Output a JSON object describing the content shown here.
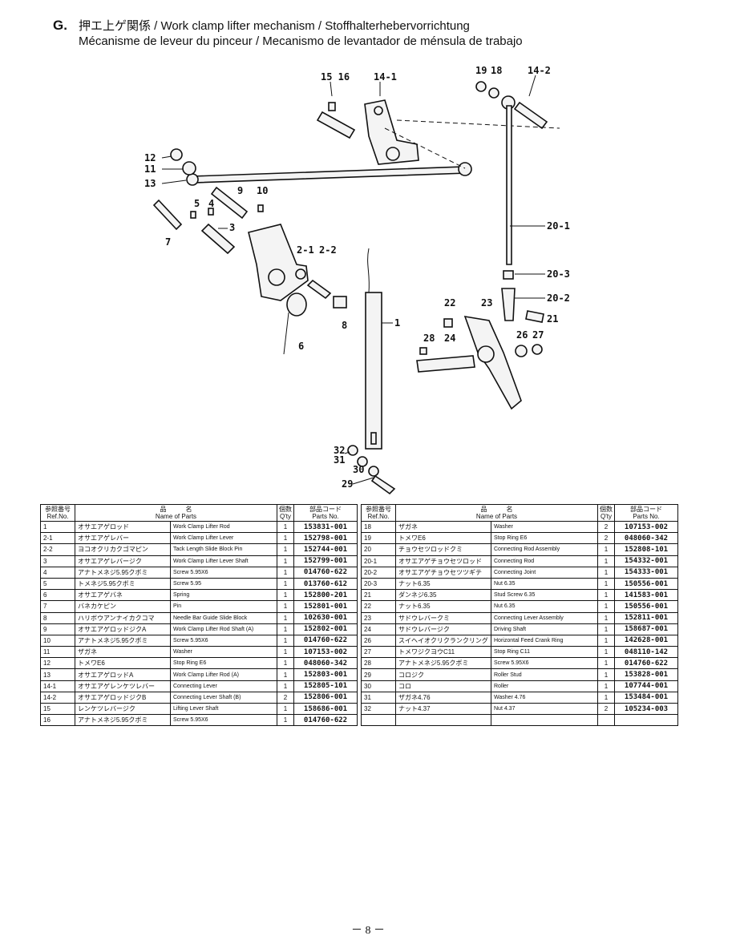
{
  "heading": {
    "letter": "G.",
    "line1": "押エ上ゲ関係 / Work clamp lifter mechanism / Stoffhalterhebervorrichtung",
    "line2": "Mécanisme de leveur du pinceur / Mecanismo de levantador de ménsula de trabajo"
  },
  "diagram": {
    "callouts": [
      "15 16",
      "14-1",
      "19",
      "18",
      "14-2",
      "12",
      "11",
      "13",
      "5",
      "4",
      "9",
      "10",
      "3",
      "7",
      "2-1",
      "2-2",
      "8",
      "6",
      "20-1",
      "20-3",
      "20-2",
      "21",
      "22",
      "23",
      "1",
      "28",
      "24",
      "26",
      "27",
      "32",
      "31",
      "30",
      "29"
    ]
  },
  "table": {
    "headers": {
      "ref_jp": "参照番号",
      "ref": "Ref.No.",
      "name_jp": "品　　　名",
      "name": "Name of Parts",
      "qty_jp": "個数",
      "qty": "Q'ty",
      "code_jp": "部品コード",
      "code": "Parts No."
    },
    "left": [
      {
        "ref": "1",
        "jp": "オサエアゲロッド",
        "en": "Work Clamp Lifter Rod",
        "qty": "1",
        "code": "153831-001"
      },
      {
        "ref": "2-1",
        "jp": "オサエアゲレバー",
        "en": "Work Clamp Lifter Lever",
        "qty": "1",
        "code": "152798-001"
      },
      {
        "ref": "2-2",
        "jp": "ヨコオクリカクゴマピン",
        "en": "Tack Length Slide Block Pin",
        "qty": "1",
        "code": "152744-001"
      },
      {
        "ref": "3",
        "jp": "オサエアゲレバージク",
        "en": "Work Clamp Lifter Lever Shaft",
        "qty": "1",
        "code": "152799-001"
      },
      {
        "ref": "4",
        "jp": "アナトメネジ5.95クボミ",
        "en": "Screw 5.95X6",
        "qty": "1",
        "code": "014760-622"
      },
      {
        "ref": "5",
        "jp": "トメネジ5.95クボミ",
        "en": "Screw 5.95",
        "qty": "1",
        "code": "013760-612"
      },
      {
        "ref": "6",
        "jp": "オサエアゲバネ",
        "en": "Spring",
        "qty": "1",
        "code": "152800-201"
      },
      {
        "ref": "7",
        "jp": "バネカケピン",
        "en": "Pin",
        "qty": "1",
        "code": "152801-001"
      },
      {
        "ref": "8",
        "jp": "ハリボウアンナイカクコマ",
        "en": "Needle Bar Guide Slide Block",
        "qty": "1",
        "code": "102630-001"
      },
      {
        "ref": "9",
        "jp": "オサエアゲロッドジクA",
        "en": "Work Clamp Lifter Rod Shaft (A)",
        "qty": "1",
        "code": "152802-001"
      },
      {
        "ref": "10",
        "jp": "アナトメネジ5.95クボミ",
        "en": "Screw 5.95X6",
        "qty": "1",
        "code": "014760-622"
      },
      {
        "ref": "11",
        "jp": "ザガネ",
        "en": "Washer",
        "qty": "1",
        "code": "107153-002"
      },
      {
        "ref": "12",
        "jp": "トメワE6",
        "en": "Stop Ring E6",
        "qty": "1",
        "code": "048060-342"
      },
      {
        "ref": "13",
        "jp": "オサエアゲロッドA",
        "en": "Work Clamp Lifter Rod (A)",
        "qty": "1",
        "code": "152803-001"
      },
      {
        "ref": "14-1",
        "jp": "オサエアゲレンケツレバー",
        "en": "Connecting Lever",
        "qty": "1",
        "code": "152805-101"
      },
      {
        "ref": "14-2",
        "jp": "オサエアゲロッドジクB",
        "en": "Connecting Lever Shaft (B)",
        "qty": "2",
        "code": "152806-001"
      },
      {
        "ref": "15",
        "jp": "レンケツレバージク",
        "en": "Lifting Lever Shaft",
        "qty": "1",
        "code": "158686-001"
      },
      {
        "ref": "16",
        "jp": "アナトメネジ5.95クボミ",
        "en": "Screw 5.95X6",
        "qty": "1",
        "code": "014760-622"
      }
    ],
    "right": [
      {
        "ref": "18",
        "jp": "ザガネ",
        "en": "Washer",
        "qty": "2",
        "code": "107153-002"
      },
      {
        "ref": "19",
        "jp": "トメワE6",
        "en": "Stop Ring E6",
        "qty": "2",
        "code": "048060-342"
      },
      {
        "ref": "20",
        "jp": "チョウセツロッドクミ",
        "en": "Connecting Rod Assembly",
        "qty": "1",
        "code": "152808-101"
      },
      {
        "ref": "20-1",
        "jp": "オサエアゲチョウセツロッド",
        "en": "Connecting Rod",
        "qty": "1",
        "code": "154332-001"
      },
      {
        "ref": "20-2",
        "jp": "オサエアゲチョウセツツギテ",
        "en": "Connecting Joint",
        "qty": "1",
        "code": "154333-001"
      },
      {
        "ref": "20-3",
        "jp": "ナット6.35",
        "en": "Nut 6.35",
        "qty": "1",
        "code": "150556-001"
      },
      {
        "ref": "21",
        "jp": "ダンネジ6.35",
        "en": "Stud Screw 6.35",
        "qty": "1",
        "code": "141583-001"
      },
      {
        "ref": "22",
        "jp": "ナット6.35",
        "en": "Nut 6.35",
        "qty": "1",
        "code": "150556-001"
      },
      {
        "ref": "23",
        "jp": "サドウレバークミ",
        "en": "Connecting Lever Assembly",
        "qty": "1",
        "code": "152811-001"
      },
      {
        "ref": "24",
        "jp": "サドウレバージク",
        "en": "Driving Shaft",
        "qty": "1",
        "code": "158687-001"
      },
      {
        "ref": "26",
        "jp": "スイヘイオクリクランクリング",
        "en": "Horizontal Feed Crank Ring",
        "qty": "1",
        "code": "142628-001"
      },
      {
        "ref": "27",
        "jp": "トメワジクヨウC11",
        "en": "Stop Ring C11",
        "qty": "1",
        "code": "048110-142"
      },
      {
        "ref": "28",
        "jp": "アナトメネジ5.95クボミ",
        "en": "Screw 5.95X6",
        "qty": "1",
        "code": "014760-622"
      },
      {
        "ref": "29",
        "jp": "コロジク",
        "en": "Roller Stud",
        "qty": "1",
        "code": "153828-001"
      },
      {
        "ref": "30",
        "jp": "コロ",
        "en": "Roller",
        "qty": "1",
        "code": "107744-001"
      },
      {
        "ref": "31",
        "jp": "ザガネ4.76",
        "en": "Washer 4.76",
        "qty": "1",
        "code": "153484-001"
      },
      {
        "ref": "32",
        "jp": "ナット4.37",
        "en": "Nut 4.37",
        "qty": "2",
        "code": "105234-003"
      },
      {
        "ref": "",
        "jp": "",
        "en": "",
        "qty": "",
        "code": ""
      }
    ]
  },
  "footer": {
    "page": "－ 8 －"
  }
}
